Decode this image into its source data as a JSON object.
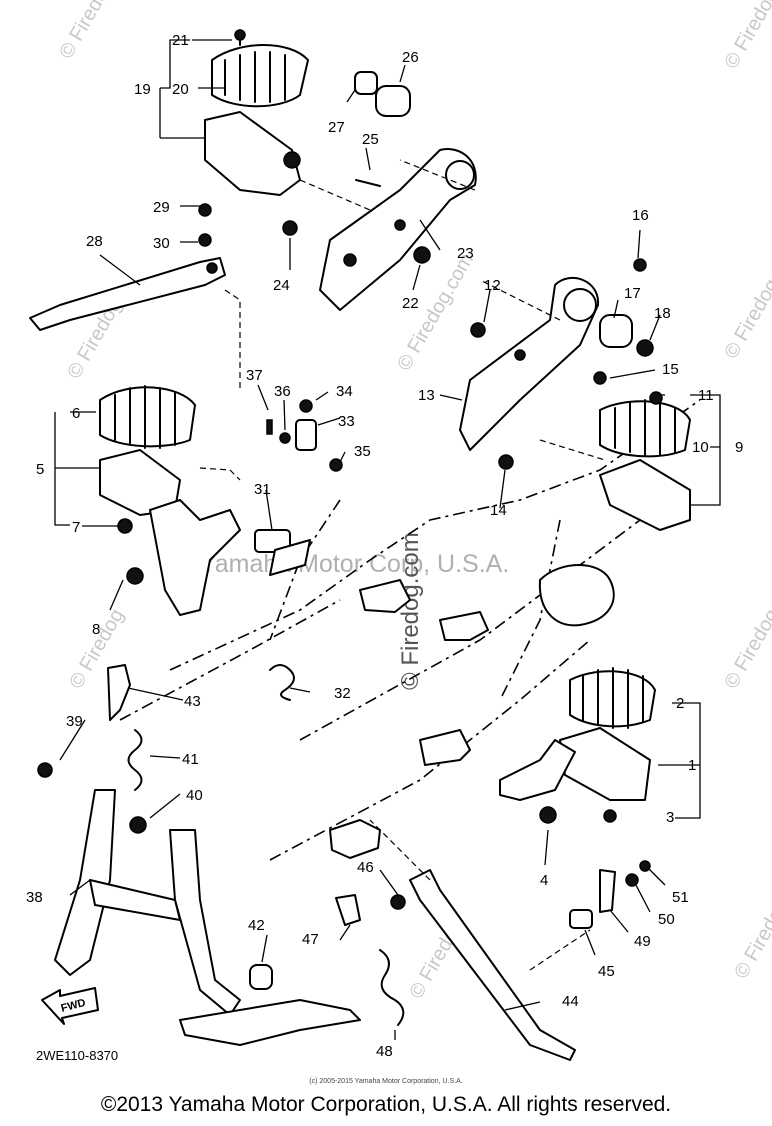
{
  "diagram": {
    "part_labels": [
      "1",
      "2",
      "3",
      "4",
      "5",
      "6",
      "7",
      "8",
      "9",
      "10",
      "11",
      "12",
      "13",
      "14",
      "15",
      "16",
      "17",
      "18",
      "19",
      "20",
      "21",
      "22",
      "23",
      "24",
      "25",
      "26",
      "27",
      "28",
      "29",
      "30",
      "31",
      "32",
      "33",
      "34",
      "35",
      "36",
      "37",
      "38",
      "39",
      "40",
      "41",
      "42",
      "43",
      "44",
      "45",
      "46",
      "47",
      "48",
      "49",
      "50",
      "51"
    ],
    "diagram_code": "2WE110-8370",
    "fwd_label": "FWD",
    "small_copyright": "(c) 2005-2015 Yamaha Motor Corporation, U.S.A.",
    "watermarks": {
      "main": "© Yamaha Motor Corp, U.S.A.",
      "firedog": "© Firedog.com",
      "firedog_short": "© Firedog"
    }
  },
  "footer": {
    "copyright": "©2013 Yamaha Motor Corporation, U.S.A. All rights reserved."
  }
}
